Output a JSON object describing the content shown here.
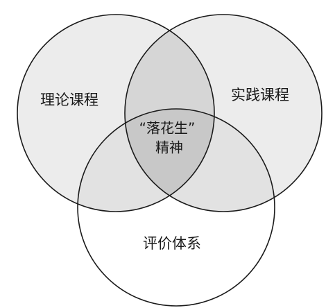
{
  "diagram": {
    "sets": [
      {
        "id": "theory",
        "label": "理论课程",
        "fill": "#ececec"
      },
      {
        "id": "practice",
        "label": "实践课程",
        "fill": "#ececec"
      },
      {
        "id": "evaluation",
        "label": "评价体系",
        "fill": "#ffffff"
      }
    ],
    "overlap_fills": {
      "theory_practice": "#d6d6d6",
      "theory_evaluation": "#e2e2e2",
      "practice_evaluation": "#e2e2e2",
      "all_three": "#c8c8c8"
    },
    "outline_color": "#1a1a1a",
    "center": {
      "line1": "“落花生”",
      "line2": "精神"
    }
  }
}
